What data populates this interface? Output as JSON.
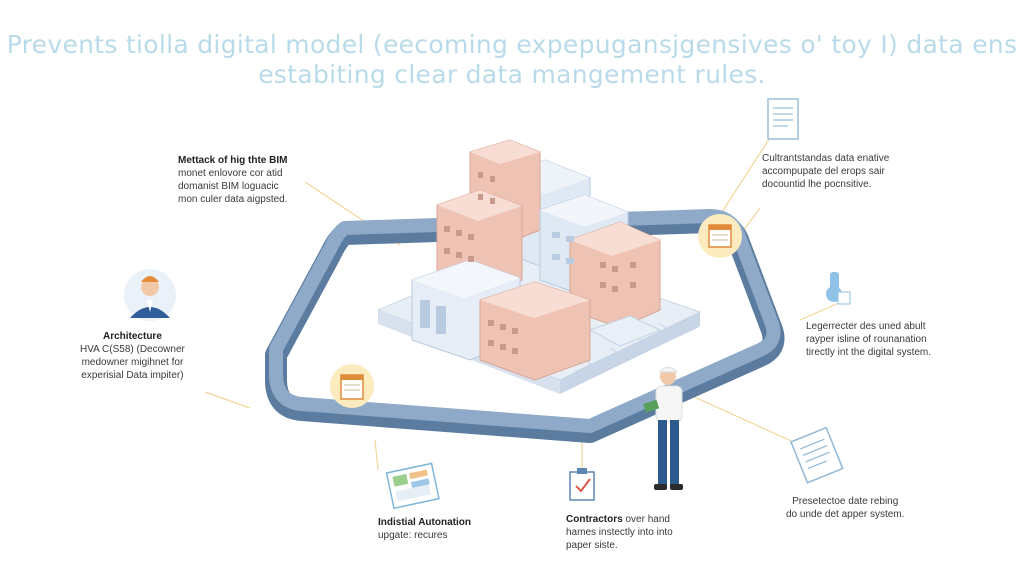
{
  "title": {
    "line1": "Prevents tiolla digital model (eecoming expepugansjgensives o' toy I) data ens",
    "line2": "estabiting clear data mangement rules."
  },
  "notes": {
    "top_left": {
      "heading": "Mettack of hig thte BIM",
      "lines": [
        "monet enlovore cor atid",
        "domanist BIM loguacic",
        "mon culer data aigpsted."
      ]
    },
    "architecture": {
      "heading": "Architecture",
      "lines": [
        "HVA C(S58) (Decowner",
        "medowner migihnet for",
        "experisial Data impiter)"
      ]
    },
    "top_right": {
      "lines": [
        "Cultrantstandas data enative",
        "accompupate del erops sair",
        "docountid lhe pocnsitive."
      ]
    },
    "middle_right": {
      "lines": [
        "Legerrecter des uned abult",
        "rayper isline of rounanation",
        "tirectly int the digital system."
      ]
    },
    "bottom_right": {
      "lines": [
        "Presetectoe date rebing",
        "do unde det apper system."
      ]
    },
    "bottom_left": {
      "heading": "Indistial Autonation",
      "lines": [
        "upgate: recures"
      ]
    },
    "bottom_middle": {
      "heading": "Contractors",
      "heading_rest": " over hand",
      "lines": [
        "hames instectly into into",
        "paper siste."
      ]
    }
  },
  "icons": {
    "document_top": "document-icon",
    "calendar_right": "calendar-icon",
    "calendar_left": "calendar-icon",
    "wrench": "wrench-icon",
    "paper_stack": "paper-stack-icon",
    "map": "map-document-icon",
    "checklist": "checklist-icon",
    "worker": "worker-figure",
    "avatar": "architect-avatar"
  },
  "colors": {
    "title": "#b9dbe9",
    "loop": "#6f8fb0",
    "building_pink": "#efc3b4",
    "building_blue": "#dfe9f4",
    "icon_circle": "#fcebbf",
    "connector": "#f2d69a"
  }
}
